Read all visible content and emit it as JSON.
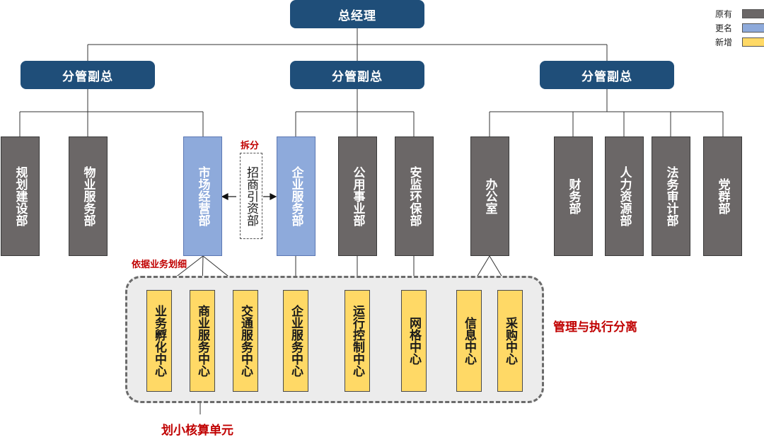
{
  "legend": {
    "original": {
      "label": "原有",
      "color": "#6b6767"
    },
    "renamed": {
      "label": "更名",
      "color": "#8eaadb"
    },
    "added": {
      "label": "新增",
      "color": "#ffd966"
    }
  },
  "ceo": "总经理",
  "vp_left": "分管副总",
  "vp_mid": "分管副总",
  "vp_right": "分管副总",
  "departments": {
    "planning": "规划建设部",
    "property": "物业服务部",
    "marketing": "市场经营部",
    "investment": "招商引资部",
    "enterprise": "企业服务部",
    "public": "公用事业部",
    "safety": "安监环保部",
    "office": "办公室",
    "finance": "财务部",
    "hr": "人力资源部",
    "legal": "法务审计部",
    "party": "党群部"
  },
  "centers": {
    "incubation": "业务孵化中心",
    "commercial": "商业服务中心",
    "traffic": "交通服务中心",
    "enterprise": "企业服务中心",
    "operation": "运行控制中心",
    "grid": "网格中心",
    "info": "信息中心",
    "procurement": "采购中心"
  },
  "annotations": {
    "split": "拆分",
    "refine": "依据业务划细",
    "separation": "管理与执行分离",
    "accounting": "划小核算单元"
  }
}
